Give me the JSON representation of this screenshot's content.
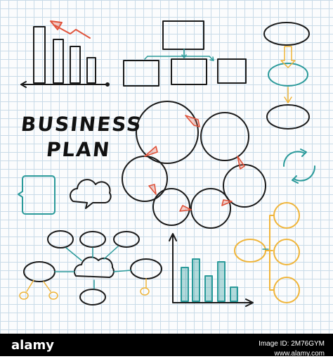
{
  "title": {
    "line1": "BUSINESS",
    "line2": "PLAN"
  },
  "colors": {
    "ink": "#1a1a1a",
    "red": "#e0533b",
    "teal": "#2a9a9a",
    "yellow": "#f0b53a",
    "grid": "#c9dbe8"
  },
  "footer": {
    "brand": "alamy",
    "image_id": "Image ID: 2M76GYM",
    "site": "www.alamy.com"
  }
}
